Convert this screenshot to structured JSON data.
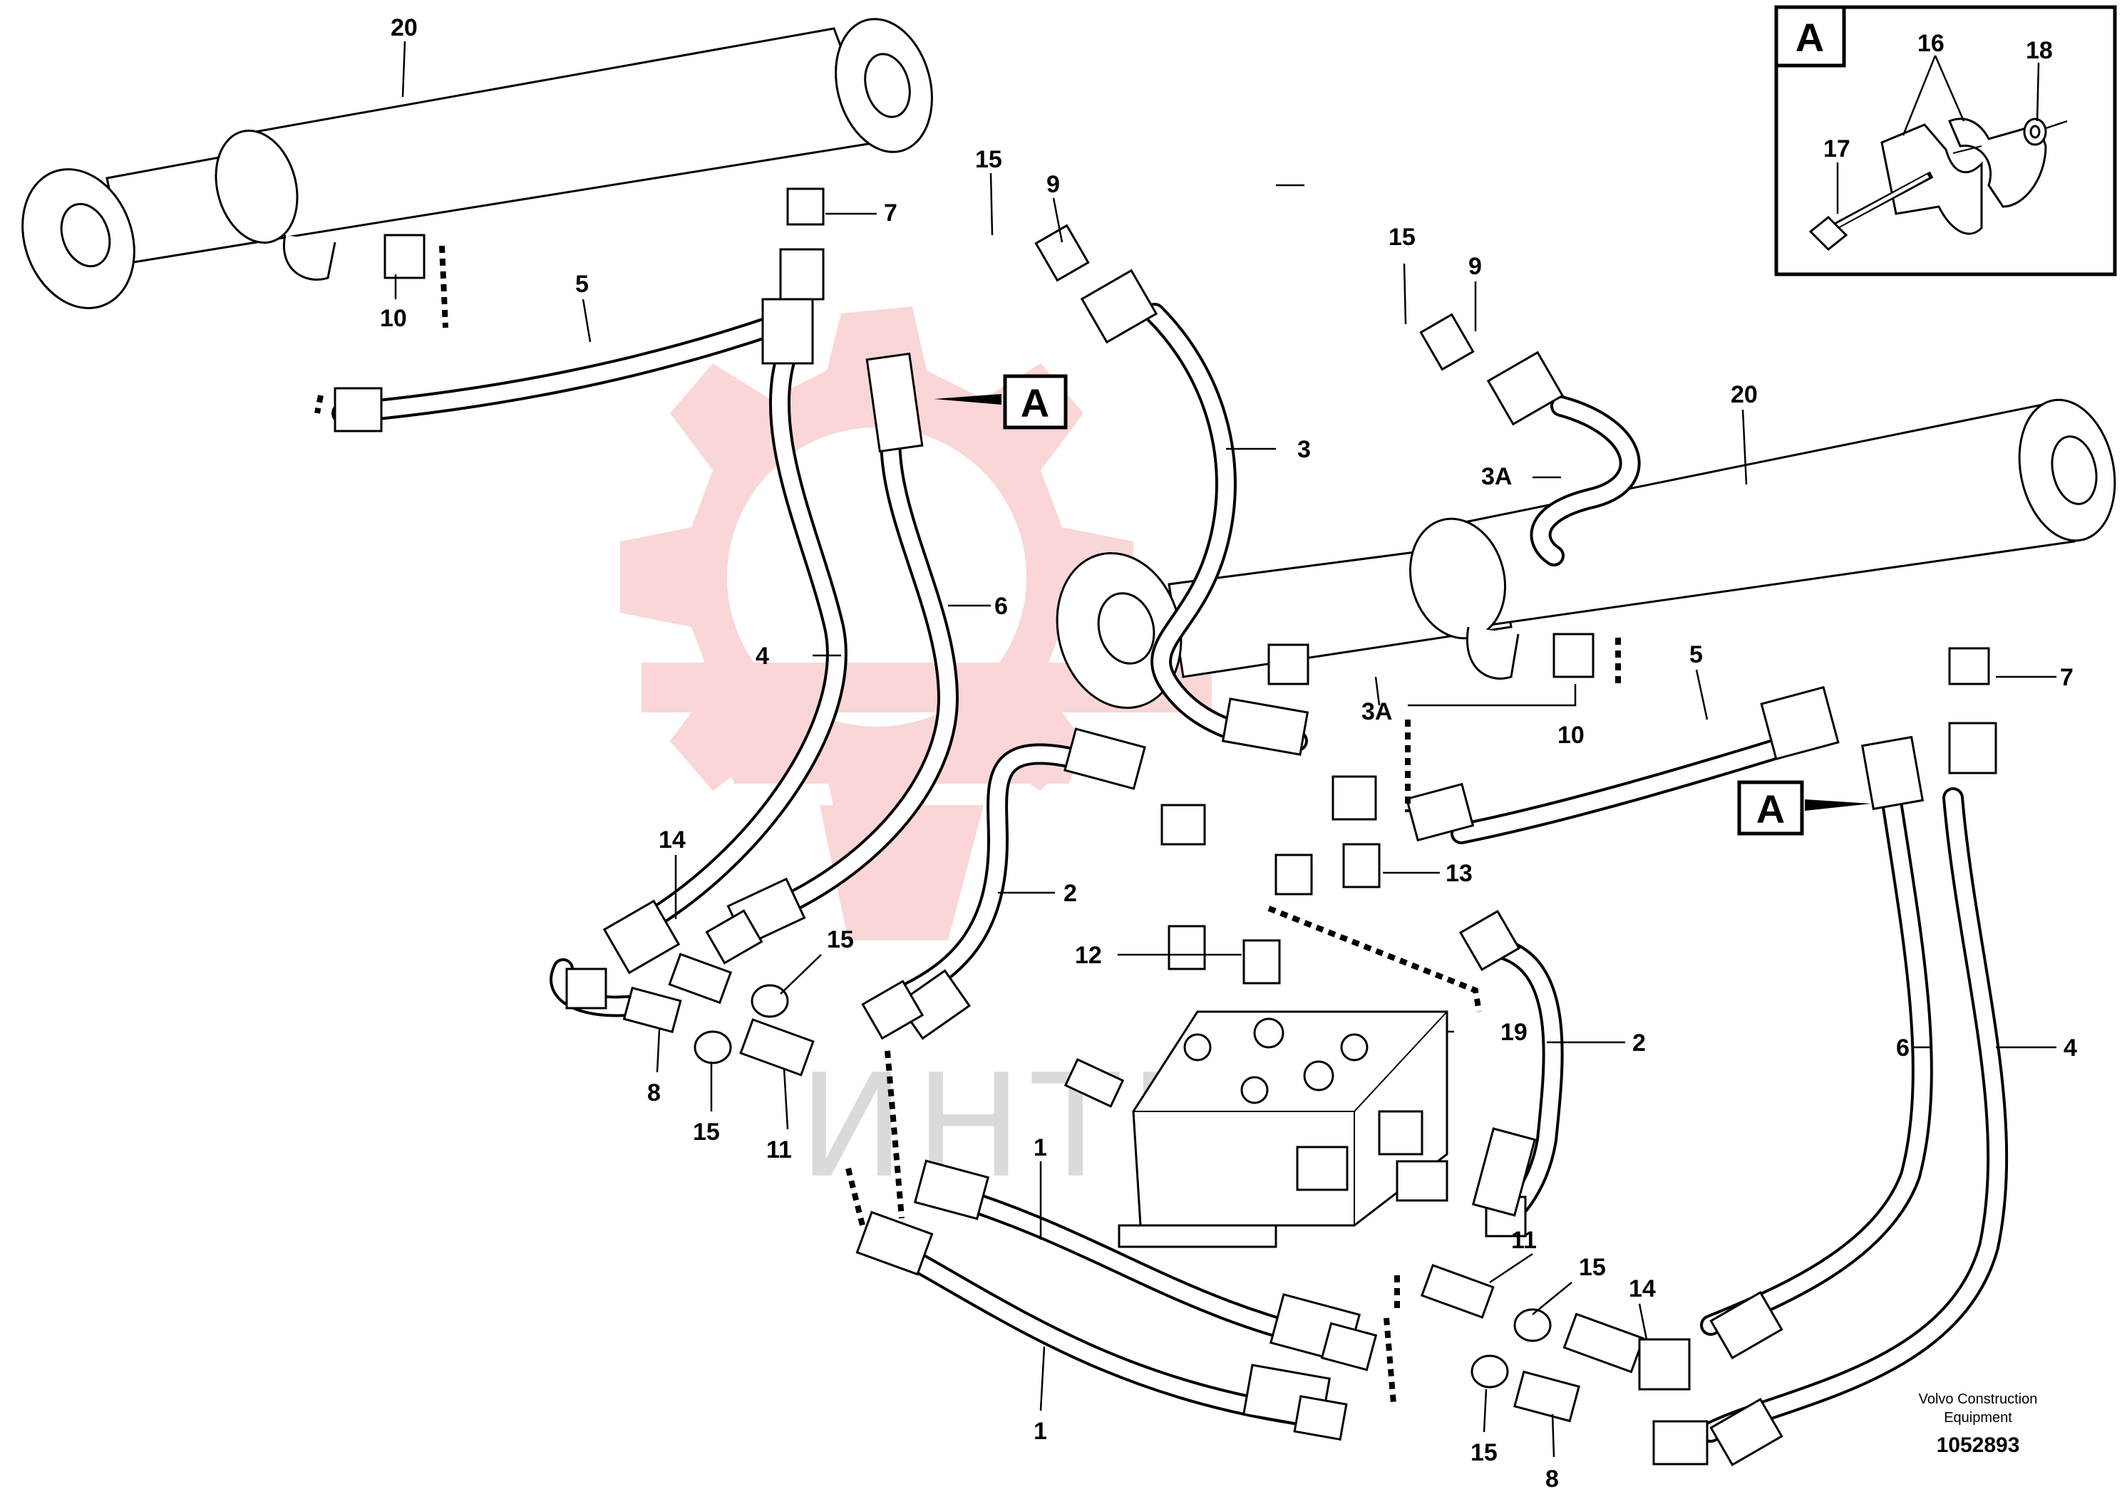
{
  "callouts": [
    {
      "id": "c20a",
      "text": "20"
    },
    {
      "id": "c7a",
      "text": "7"
    },
    {
      "id": "c10a",
      "text": "10"
    },
    {
      "id": "c5a",
      "text": "5"
    },
    {
      "id": "c15a",
      "text": "15"
    },
    {
      "id": "c9a",
      "text": "9"
    },
    {
      "id": "c15b",
      "text": "15"
    },
    {
      "id": "c9b",
      "text": "9"
    },
    {
      "id": "c3",
      "text": "3"
    },
    {
      "id": "c3Aa",
      "text": "3A"
    },
    {
      "id": "c20b",
      "text": "20"
    },
    {
      "id": "c6a",
      "text": "6"
    },
    {
      "id": "c4a",
      "text": "4"
    },
    {
      "id": "c3Ab",
      "text": "3A"
    },
    {
      "id": "c10b",
      "text": "10"
    },
    {
      "id": "c5b",
      "text": "5"
    },
    {
      "id": "c7b",
      "text": "7"
    },
    {
      "id": "c14a",
      "text": "14"
    },
    {
      "id": "c2a",
      "text": "2"
    },
    {
      "id": "c13",
      "text": "13"
    },
    {
      "id": "c12",
      "text": "12"
    },
    {
      "id": "c15c",
      "text": "15"
    },
    {
      "id": "c8a",
      "text": "8"
    },
    {
      "id": "c15d",
      "text": "15"
    },
    {
      "id": "c11a",
      "text": "11"
    },
    {
      "id": "c19",
      "text": "19"
    },
    {
      "id": "c2b",
      "text": "2"
    },
    {
      "id": "c6b",
      "text": "6"
    },
    {
      "id": "c4b",
      "text": "4"
    },
    {
      "id": "c1a",
      "text": "1"
    },
    {
      "id": "c1b",
      "text": "1"
    },
    {
      "id": "c11b",
      "text": "11"
    },
    {
      "id": "c15e",
      "text": "15"
    },
    {
      "id": "c14b",
      "text": "14"
    },
    {
      "id": "c15f",
      "text": "15"
    },
    {
      "id": "c8b",
      "text": "8"
    }
  ],
  "detail_view": {
    "label": "A",
    "callouts": [
      {
        "id": "d16",
        "text": "16"
      },
      {
        "id": "d18",
        "text": "18"
      },
      {
        "id": "d17",
        "text": "17"
      }
    ]
  },
  "view_refs": [
    "A",
    "A"
  ],
  "watermark": "ИНТЕ",
  "footer": {
    "credit_line1": "Volvo Construction",
    "credit_line2": "Equipment",
    "doc_number": "1052893"
  },
  "colors": {
    "line": "#000000",
    "watermark_logo": "#f4b4b4"
  }
}
